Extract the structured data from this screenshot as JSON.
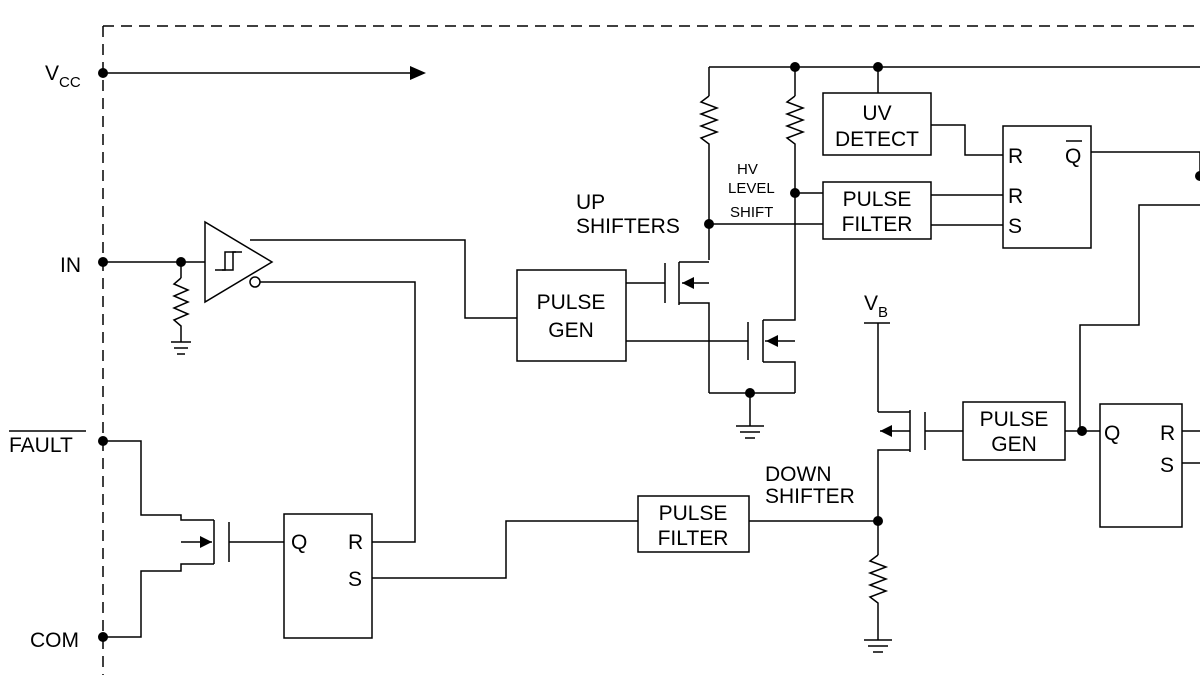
{
  "pins": {
    "vcc": {
      "main": "V",
      "sub": "CC"
    },
    "in": "IN",
    "fault": "FAULT",
    "com": "COM",
    "vb": {
      "main": "V",
      "sub": "B"
    }
  },
  "blocks": {
    "uv_detect": [
      "UV",
      "DETECT"
    ],
    "pulse_filter_top": [
      "PULSE",
      "FILTER"
    ],
    "pulse_gen_left": [
      "PULSE",
      "GEN"
    ],
    "pulse_gen_right": [
      "PULSE",
      "GEN"
    ],
    "pulse_filter_bottom": [
      "PULSE",
      "FILTER"
    ]
  },
  "labels": {
    "up_shifters": [
      "UP",
      "SHIFTERS"
    ],
    "hv_level_shift": [
      "HV",
      "LEVEL",
      "SHIFT"
    ],
    "down_shifter": [
      "DOWN",
      "SHIFTER"
    ]
  },
  "latches": {
    "top": {
      "r1": "R",
      "r2": "R",
      "s": "S",
      "q": "Q"
    },
    "bottom_left": {
      "q": "Q",
      "r": "R",
      "s": "S"
    },
    "bottom_right": {
      "q": "Q",
      "r": "R",
      "s": "S"
    }
  }
}
